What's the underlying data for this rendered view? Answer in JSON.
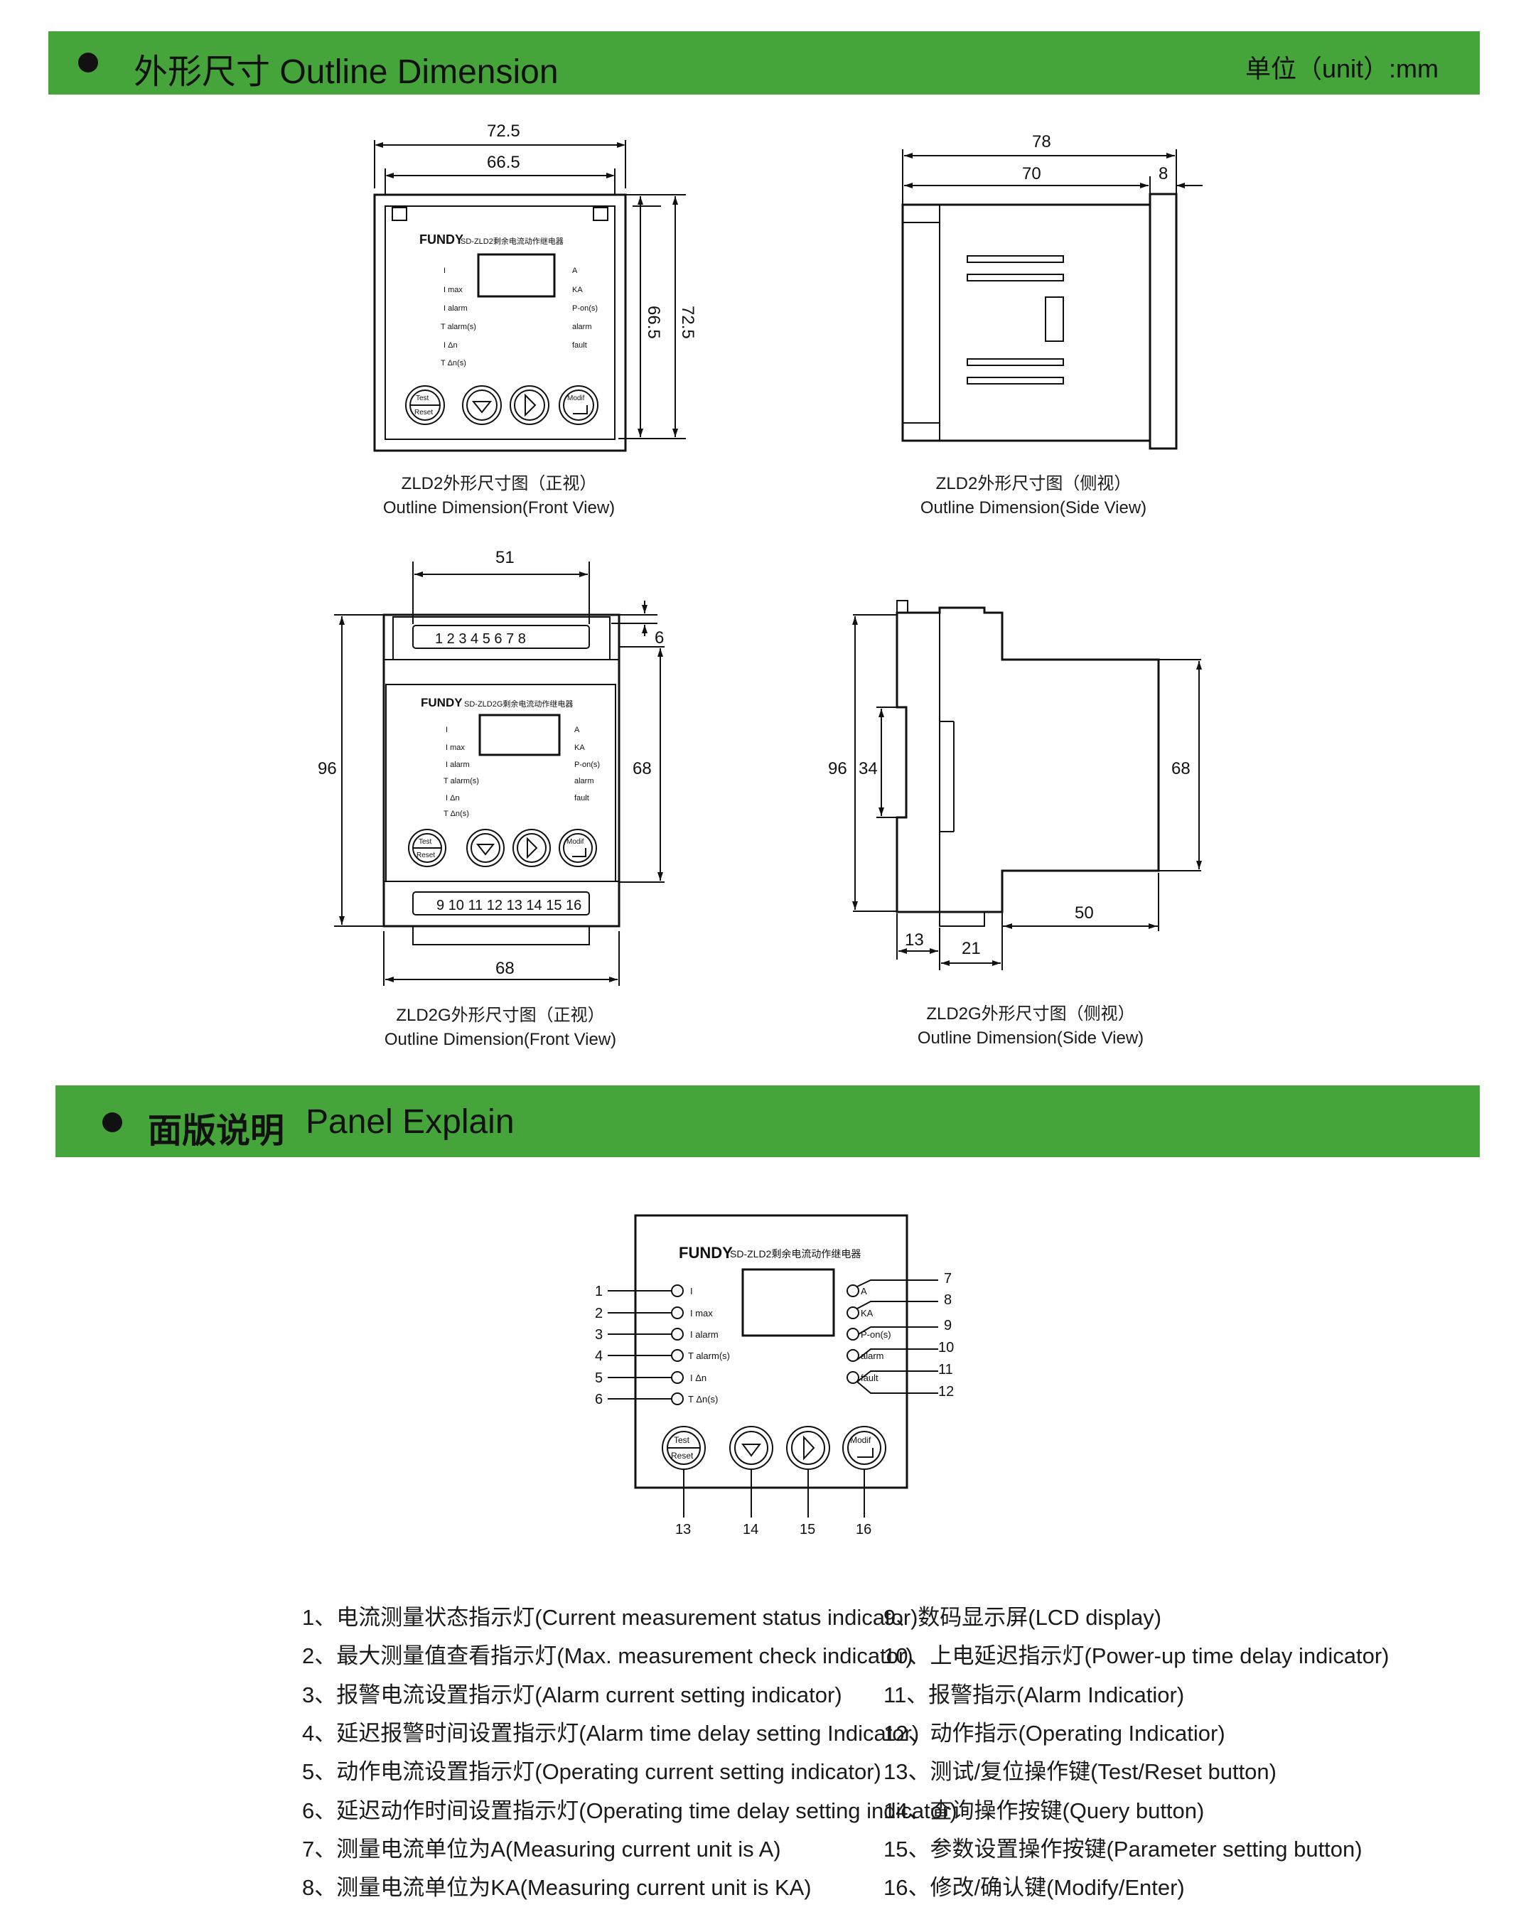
{
  "section1": {
    "title": "外形尺寸 Outline Dimension",
    "unit": "单位（unit）:mm"
  },
  "section2": {
    "title_cn": "面版说明",
    "title_en": "Panel Explain"
  },
  "device": {
    "brand": "FUNDY",
    "model_zld2": "SD-ZLD2剩余电流动作继电器",
    "model_zld2g": "SD-ZLD2G剩余电流动作继电器",
    "left_labels": [
      "I",
      "I max",
      "I alarm",
      "T alarm(s)",
      "I Δn",
      "T Δn(s)"
    ],
    "right_labels": [
      "A",
      "KA",
      "P-on(s)",
      "alarm",
      "fault"
    ],
    "btn_test": "Test",
    "btn_reset": "Reset",
    "btn_modify": "Modif",
    "terminals_top": "1 2 3 4 5 6 7 8",
    "terminals_bottom": "9 10 11 12 13 14 15 16"
  },
  "dims": {
    "d72_5": "72.5",
    "d66_5": "66.5",
    "d78": "78",
    "d70": "70",
    "d8": "8",
    "d51": "51",
    "d6": "6",
    "d96": "96",
    "d68": "68",
    "d34": "34",
    "d50": "50",
    "d13": "13",
    "d21": "21"
  },
  "captions": {
    "c1_cn": "ZLD2外形尺寸图（正视）",
    "c1_en": "Outline Dimension(Front View)",
    "c2_cn": "ZLD2外形尺寸图（侧视）",
    "c2_en": "Outline Dimension(Side View)",
    "c3_cn": "ZLD2G外形尺寸图（正视）",
    "c3_en": "Outline Dimension(Front View)",
    "c4_cn": "ZLD2G外形尺寸图（侧视）",
    "c4_en": "Outline Dimension(Side View)"
  },
  "callouts": {
    "left": [
      "1",
      "2",
      "3",
      "4",
      "5",
      "6"
    ],
    "right": [
      "7",
      "8",
      "9",
      "10",
      "11",
      "12"
    ],
    "bottom": [
      "13",
      "14",
      "15",
      "16"
    ]
  },
  "legend_left": [
    "1、电流测量状态指示灯(Current measurement status indicator)",
    "2、最大测量值查看指示灯(Max. measurement check indicator)",
    "3、报警电流设置指示灯(Alarm current setting indicator)",
    "4、延迟报警时间设置指示灯(Alarm time delay setting Indicator)",
    "5、动作电流设置指示灯(Operating current setting indicator)",
    "6、延迟动作时间设置指示灯(Operating time delay setting indicator)",
    "7、测量电流单位为A(Measuring current unit is A)",
    "8、测量电流单位为KA(Measuring current unit is KA)"
  ],
  "legend_right": [
    "9、数码显示屏(LCD display)",
    "10、上电延迟指示灯(Power-up time delay indicator)",
    "11、报警指示(Alarm Indicatior)",
    "12、动作指示(Operating Indicatior)",
    "13、测试/复位操作键(Test/Reset button)",
    "14、查询操作按键(Query button)",
    "15、参数设置操作按键(Parameter setting button)",
    "16、修改/确认键(Modify/Enter)"
  ]
}
